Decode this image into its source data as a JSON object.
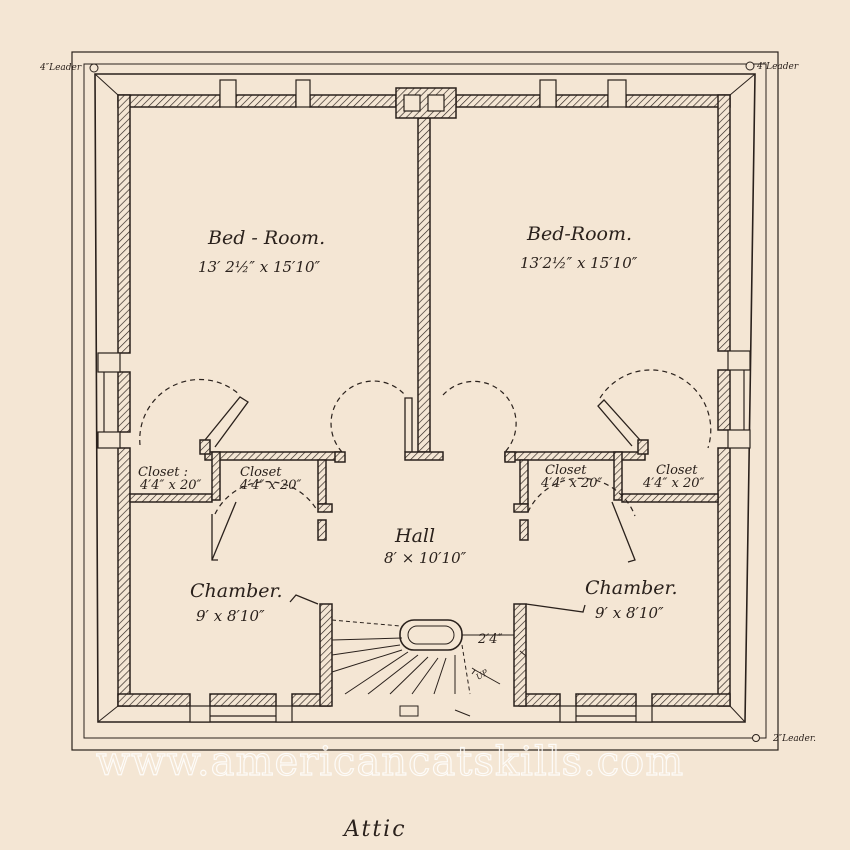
{
  "rooms": {
    "bedroom_left": {
      "name": "Bed - Room.",
      "dims": "13′ 2½″ x 15′10″"
    },
    "bedroom_right": {
      "name": "Bed-Room.",
      "dims": "13′2½″ x 15′10″"
    },
    "closet_1": {
      "name": "Closet :",
      "dims": "4′4″ x 20″"
    },
    "closet_2": {
      "name": "Closet",
      "dims": "4′4″ x 20″"
    },
    "closet_3": {
      "name": "Closet",
      "dims": "4′4″ x 20″"
    },
    "closet_4": {
      "name": "Closet",
      "dims": "4′4″ x 20″"
    },
    "hall": {
      "name": "Hall",
      "dims": "8′ × 10′10″"
    },
    "chamber_left": {
      "name": "Chamber.",
      "dims": "9′ x 8′10″"
    },
    "chamber_right": {
      "name": "Chamber.",
      "dims": "9′ x 8′10″"
    }
  },
  "annotations": {
    "leader_top_left": "4″Leader",
    "leader_top_right": "4″Leader",
    "leader_bottom_right": "2″Leader.",
    "stair_width": "2′4″",
    "stair_dir": "UP"
  },
  "title": "Attic",
  "watermark": "www.americancatskills.com",
  "colors": {
    "paper": "#f4e6d4",
    "ink": "#2a211c"
  }
}
